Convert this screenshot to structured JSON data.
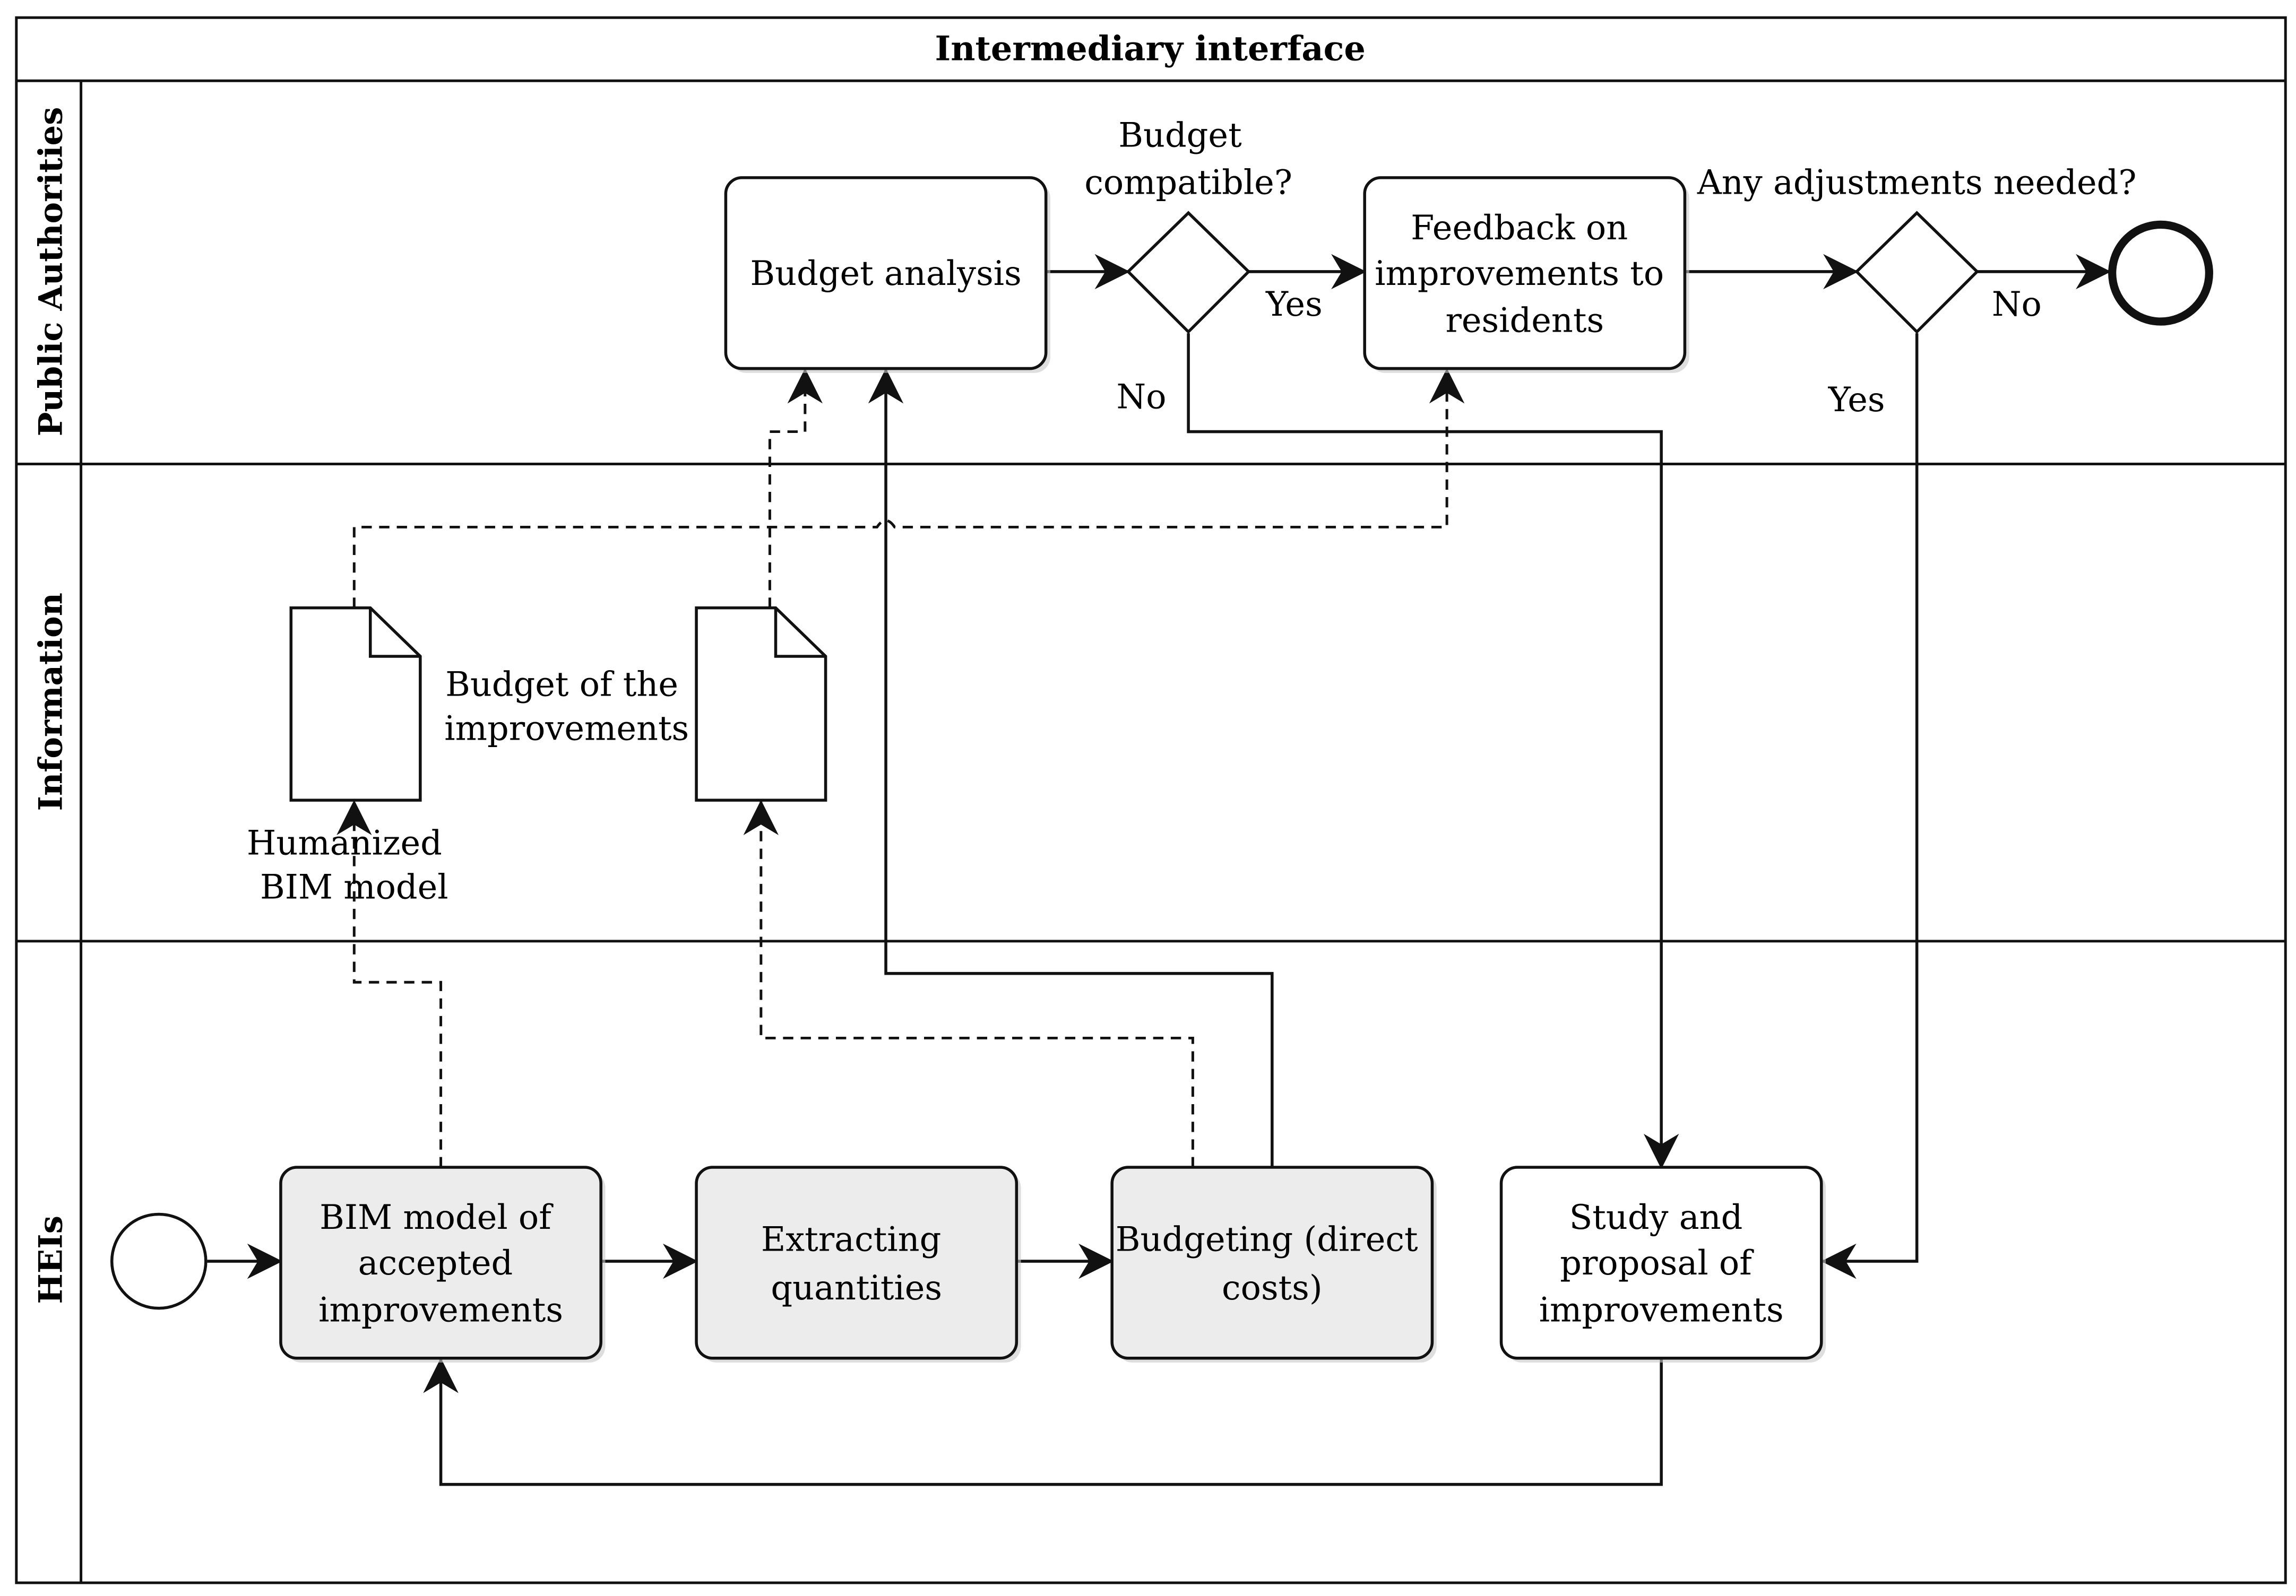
{
  "pool": {
    "title": "Intermediary interface"
  },
  "lanes": {
    "public_authorities": "Public Authorities",
    "information": "Information",
    "heis": "HEIs"
  },
  "tasks": {
    "budget_analysis": [
      "Budget analysis"
    ],
    "feedback": [
      "Feedback on",
      "improvements to",
      "residents"
    ],
    "bim_model": [
      "BIM model of",
      "accepted",
      "improvements"
    ],
    "extracting": [
      "Extracting",
      "quantities"
    ],
    "budgeting": [
      "Budgeting (direct",
      "costs)"
    ],
    "study": [
      "Study and",
      "proposal of",
      "improvements"
    ]
  },
  "gateways": {
    "budget_compatible": [
      "Budget",
      "compatible?"
    ],
    "adjustments": [
      "Any adjustments needed?"
    ]
  },
  "edge_labels": {
    "yes_1": "Yes",
    "no_1": "No",
    "no_2": "No",
    "yes_2": "Yes"
  },
  "documents": {
    "humanized_bim": [
      "Humanized",
      "BIM model"
    ],
    "budget_improvements": [
      "Budget of the",
      "improvements"
    ]
  },
  "colors": {
    "stroke": "#111111",
    "task_fill_white": "#ffffff",
    "task_fill_grey": "#ececec",
    "shadow": "#bdbdbd"
  }
}
